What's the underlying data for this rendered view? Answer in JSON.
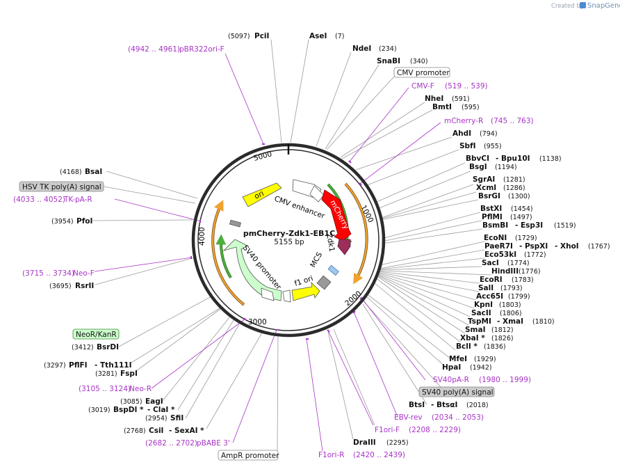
{
  "credit": {
    "prefix": "Created by",
    "brand": "SnapGene"
  },
  "plasmid": {
    "name": "pmCherry-Zdk1-EB1C",
    "size": "5155 bp"
  },
  "ticks": [
    "1000",
    "2000",
    "3000",
    "4000",
    "5000"
  ],
  "features": {
    "ori": "ori",
    "cmv_enhancer": "CMV enhancer",
    "mcherry": "mCherry",
    "zdk1": "Zdk1",
    "mcs": "MCS",
    "f1_ori": "f1 ori",
    "sv40_promoter": "SV40 promoter"
  },
  "labels": {
    "PciI": {
      "name": "PciI",
      "pos": "(5097)"
    },
    "AseI": {
      "name": "AseI",
      "pos": "(7)"
    },
    "NdeI": {
      "name": "NdeI",
      "pos": "(234)"
    },
    "SnaBI": {
      "name": "SnaBI",
      "pos": "(340)"
    },
    "CMVpromoter": {
      "name": "CMV promoter"
    },
    "CMVF": {
      "name": "CMV-F",
      "pos": "(519 .. 539)"
    },
    "NheI": {
      "name": "NheI",
      "pos": "(591)"
    },
    "BmtI": {
      "name": "BmtI",
      "pos": "(595)"
    },
    "mCherryR": {
      "name": "mCherry-R",
      "pos": "(745 .. 763)"
    },
    "AhdI": {
      "name": "AhdI",
      "pos": "(794)"
    },
    "SbfI": {
      "name": "SbfI",
      "pos": "(955)"
    },
    "BbvCI": {
      "name": "BbvCI",
      "name2": "- Bpu10I",
      "pos": "(1138)"
    },
    "BsgI": {
      "name": "BsgI",
      "pos": "(1194)"
    },
    "SgrAI": {
      "name": "SgrAI",
      "pos": "(1281)"
    },
    "XcmI": {
      "name": "XcmI",
      "pos": "(1286)"
    },
    "BsrGI": {
      "name": "BsrGI",
      "pos": "(1300)"
    },
    "BstXI": {
      "name": "BstXI",
      "pos": "(1454)"
    },
    "PflMI": {
      "name": "PflMI",
      "pos": "(1497)"
    },
    "BsmBI": {
      "name": "BsmBI",
      "name2": "- Esp3I",
      "pos": "(1519)"
    },
    "EcoNI": {
      "name": "EcoNI",
      "pos": "(1729)"
    },
    "PaeR7I": {
      "name": "PaeR7I",
      "name2": "- PspXI",
      "name3": "- XhoI",
      "pos": "(1767)"
    },
    "Eco53kI": {
      "name": "Eco53kI",
      "pos": "(1772)"
    },
    "SacI": {
      "name": "SacI",
      "pos": "(1774)"
    },
    "HindIII": {
      "name": "HindIII",
      "pos": "(1776)"
    },
    "EcoRI": {
      "name": "EcoRI",
      "pos": "(1783)"
    },
    "SalI": {
      "name": "SalI",
      "pos": "(1793)"
    },
    "Acc65I": {
      "name": "Acc65I",
      "pos": "(1799)"
    },
    "KpnI": {
      "name": "KpnI",
      "pos": "(1803)"
    },
    "SacII": {
      "name": "SacII",
      "pos": "(1806)"
    },
    "TspMI": {
      "name": "TspMI",
      "name2": "- XmaI",
      "pos": "(1810)"
    },
    "SmaI": {
      "name": "SmaI",
      "pos": "(1812)"
    },
    "XbaI": {
      "name": "XbaI *",
      "pos": "(1826)"
    },
    "BclI": {
      "name": "BclI *",
      "pos": "(1836)"
    },
    "MfeI": {
      "name": "MfeI",
      "pos": "(1929)"
    },
    "HpaI": {
      "name": "HpaI",
      "pos": "(1942)"
    },
    "SV40pAR": {
      "name": "SV40pA-R",
      "pos": "(1980 .. 1999)"
    },
    "SV40polyA": {
      "name": "SV40 poly(A) signal"
    },
    "BtsI": {
      "name": "BtsI",
      "name2": "- BtsαI",
      "pos": "(2018)"
    },
    "EBVrev": {
      "name": "EBV-rev",
      "pos": "(2034 .. 2053)"
    },
    "F1oriF": {
      "name": "F1ori-F",
      "pos": "(2208 .. 2229)"
    },
    "DraIII": {
      "name": "DraIII",
      "pos": "(2295)"
    },
    "F1oriR": {
      "name": "F1ori-R",
      "pos": "(2420 .. 2439)"
    },
    "AmpRpromoter": {
      "name": "AmpR promoter"
    },
    "pBABE3": {
      "name": "pBABE 3'",
      "pos": "(2682 .. 2702)"
    },
    "CsiI": {
      "name": "CsiI",
      "name2": "- SexAI *",
      "pos": "(2768)"
    },
    "SfiI": {
      "name": "SfiI",
      "pos": "(2954)"
    },
    "BspDI": {
      "name": "BspDI *",
      "name2": "- ClaI *",
      "pos": "(3019)"
    },
    "EagI": {
      "name": "EagI",
      "pos": "(3085)"
    },
    "NeoR": {
      "name": "Neo-R",
      "pos": "(3105 .. 3124)"
    },
    "FspI": {
      "name": "FspI",
      "pos": "(3281)"
    },
    "PflFI": {
      "name": "PflFI",
      "name2": "- Tth111I",
      "pos": "(3297)"
    },
    "BsrDI": {
      "name": "BsrDI",
      "pos": "(3412)"
    },
    "NeoRKanR": {
      "name": "NeoR/KanR"
    },
    "RsrII": {
      "name": "RsrII",
      "pos": "(3695)"
    },
    "NeoF": {
      "name": "Neo-F",
      "pos": "(3715 .. 3734)"
    },
    "PfoI": {
      "name": "PfoI",
      "pos": "(3954)"
    },
    "TKpAR": {
      "name": "TK-pA-R",
      "pos": "(4033 .. 4052)"
    },
    "HSVTK": {
      "name": "HSV TK poly(A) signal"
    },
    "BsaI": {
      "name": "BsaI",
      "pos": "(4168)"
    },
    "pBR322oriF": {
      "name": "pBR322ori-F",
      "pos": "(4942 .. 4961)"
    }
  },
  "colors": {
    "backbone": "#2b2b2b",
    "primer": "#a733c5",
    "ori_fill": "#ffff00",
    "mcherry_fill": "#ff0000",
    "zdk1_fill": "#9c2e5c",
    "mcs_fill": "#9fc9ef",
    "f1_fill": "#ffff00",
    "sv40_fill": "#ccffcc",
    "grey_fill": "#999999",
    "orange_arc": "#f0a22e",
    "green_arc": "#4caf3c"
  }
}
